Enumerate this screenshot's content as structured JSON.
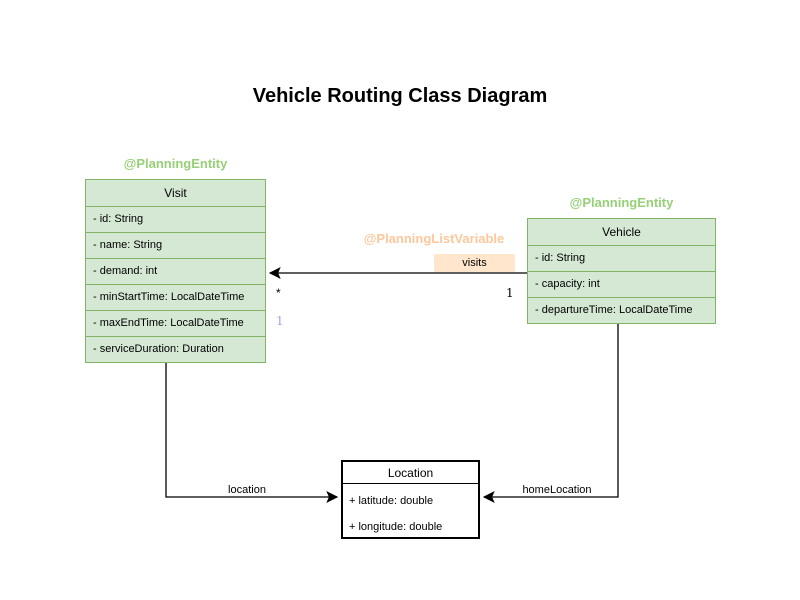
{
  "title": "Vehicle Routing Class Diagram",
  "colors": {
    "entity_fill": "#d5e8d4",
    "entity_border": "#82b366",
    "entity_annotation_text": "#97d077",
    "list_variable_annotation_text": "#fcc89b",
    "visits_label_bg": "#ffe6cc",
    "plain_class_fill": "#ffffff",
    "plain_class_border": "#000000",
    "extra_multiplicity_text": "#b29ddb",
    "edge_color": "#000000"
  },
  "classes": {
    "visit": {
      "annotation": "@PlanningEntity",
      "name": "Visit",
      "attributes": [
        "- id: String",
        "- name: String",
        "- demand: int",
        "- minStartTime: LocalDateTime",
        "- maxEndTime: LocalDateTime",
        "- serviceDuration: Duration"
      ]
    },
    "vehicle": {
      "annotation": "@PlanningEntity",
      "name": "Vehicle",
      "attributes": [
        "- id: String",
        "- capacity: int",
        "- departureTime: LocalDateTime"
      ]
    },
    "location": {
      "name": "Location",
      "attributes": [
        "+ latitude: double",
        "+ longitude: double"
      ]
    }
  },
  "relations": {
    "visits": {
      "annotation": "@PlanningListVariable",
      "label": "visits",
      "target_multiplicity": "*",
      "source_multiplicity": "1",
      "extra_multiplicity": "1"
    },
    "location": {
      "label": "location"
    },
    "home_location": {
      "label": "homeLocation"
    }
  }
}
